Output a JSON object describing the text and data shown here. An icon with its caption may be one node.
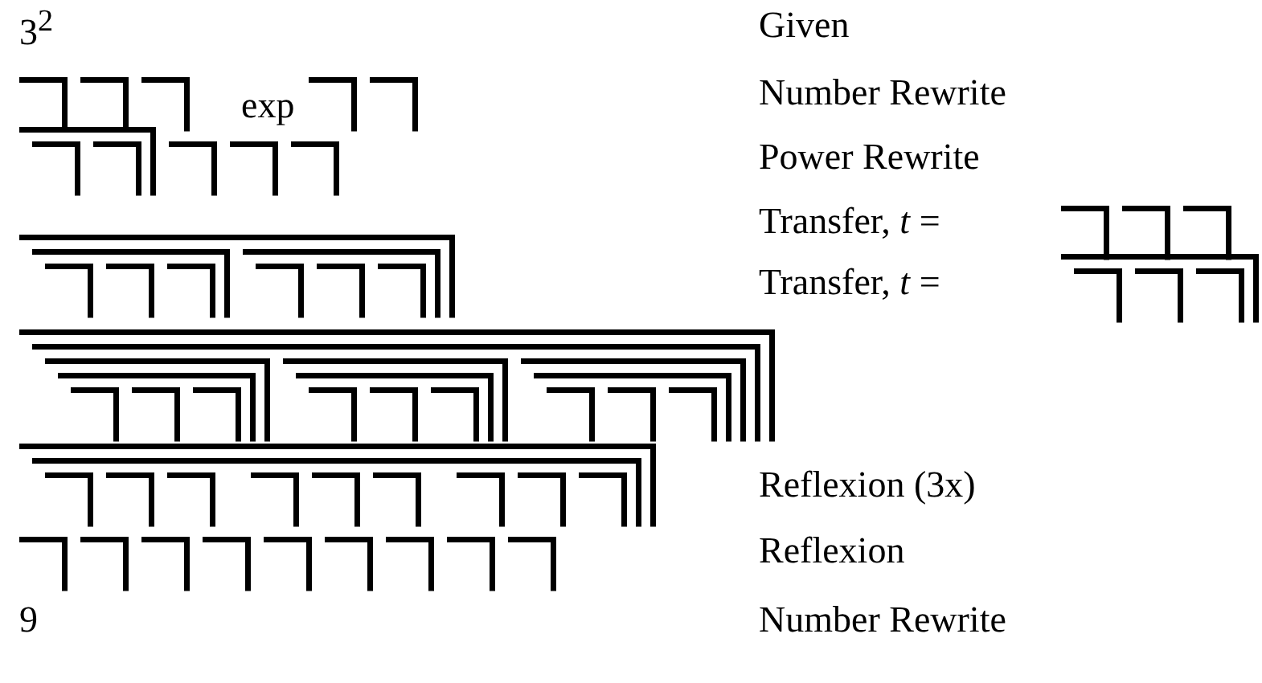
{
  "diagram": {
    "labels": [
      "3$^{2}$",
      "Given",
      "exp",
      "Number Rewrite",
      "Power Rewrite",
      "Transfer, *t* =",
      "Transfer, *t* =",
      "Reflexion (3x)",
      "Reflexion",
      "9",
      "Number Rewrite"
    ]
  }
}
